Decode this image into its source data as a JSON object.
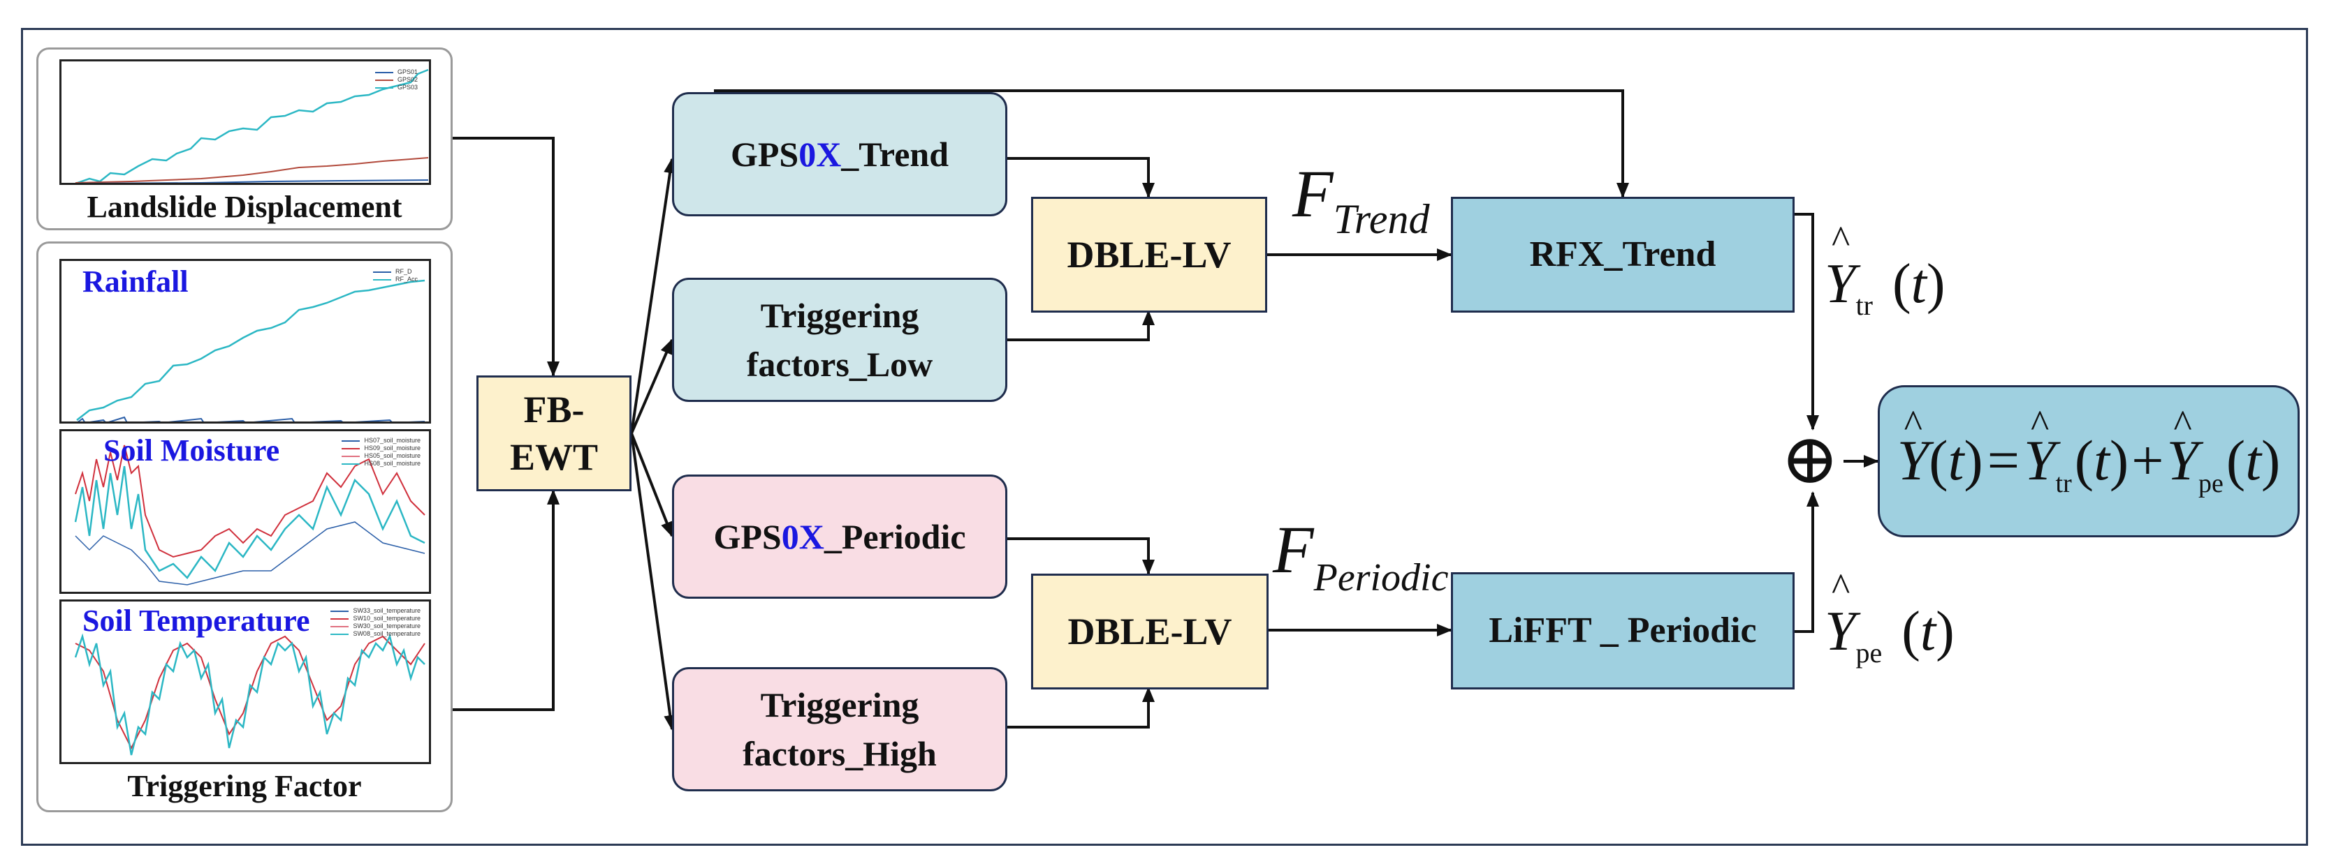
{
  "inputs": {
    "landslide_caption": "Landslide Displacement",
    "landslide_legend": [
      "GPS01",
      "GPS02",
      "GPS03"
    ],
    "rainfall_title": "Rainfall",
    "rainfall_legend": [
      "RF_D",
      "RF_Acc"
    ],
    "soil_moisture_title": "Soil Moisture",
    "soil_moisture_legend": [
      "HS07_soil_moisture",
      "HS09_soil_moisture",
      "HS05_soil_moisture",
      "HS08_soil_moisture"
    ],
    "soil_temp_title": "Soil Temperature",
    "soil_temp_legend": [
      "SW33_soil_temperature",
      "SW10_soil_temperature",
      "SW30_soil_temperature",
      "SW08_soil_temperature"
    ],
    "trigger_caption": "Triggering Factor"
  },
  "blocks": {
    "fbewt_line1": "FB-",
    "fbewt_line2": "EWT",
    "gps_trend_prefix": "GPS",
    "gps_trend_highlight": "0X",
    "gps_trend_suffix": "_Trend",
    "trig_low_line1": "Triggering",
    "trig_low_line2": "factors_Low",
    "gps_periodic_prefix": "GPS",
    "gps_periodic_highlight": "0X",
    "gps_periodic_suffix": "_Periodic",
    "trig_high_line1": "Triggering",
    "trig_high_line2": "factors_High",
    "dble_top": "DBLE-LV",
    "dble_bottom": "DBLE-LV",
    "rfx_trend": "RFX_Trend",
    "lifft_periodic": "LiFFT _ Periodic"
  },
  "math": {
    "f_letter": "F",
    "f_trend_sub": "Trend",
    "f_periodic_sub": "Periodic",
    "hat": "^",
    "y_letter": "Y",
    "tr_sub": "tr",
    "pe_sub": "pe",
    "t_arg": "t",
    "lparen": "(",
    "rparen": ")",
    "equals": "=",
    "plus": "+",
    "oplus": "⊕"
  },
  "colors": {
    "highlight": "#1a17e0",
    "teal_box": "#cfe6ea",
    "pink_box": "#f9dde4",
    "cream_box": "#fdf1cc",
    "blue_box": "#9fd0e0",
    "series_teal": "#2bb7c4",
    "series_red": "#d0303c",
    "series_blue": "#2a5ea8"
  }
}
